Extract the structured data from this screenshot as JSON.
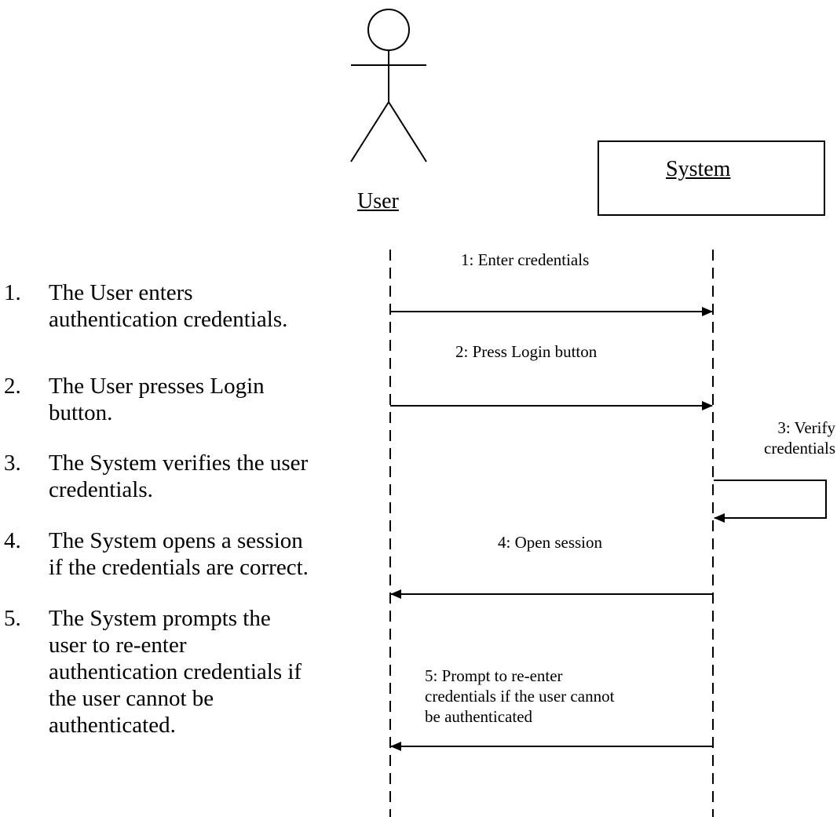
{
  "participants": {
    "user_label": "User",
    "system_label": "System"
  },
  "messages": [
    {
      "label": "1: Enter credentials"
    },
    {
      "label": "2: Press Login button"
    },
    {
      "label_line1": "3: Verify",
      "label_line2": "credentials"
    },
    {
      "label": "4: Open session"
    },
    {
      "label_line1": "5: Prompt to re-enter",
      "label_line2": "credentials if the user cannot",
      "label_line3": "be authenticated"
    }
  ],
  "steps": [
    {
      "num": "1.",
      "line1": "The User enters",
      "line2": "authentication credentials."
    },
    {
      "num": "2.",
      "line1": "The User presses Login",
      "line2": "button."
    },
    {
      "num": "3.",
      "line1": "The System verifies the user",
      "line2": "credentials."
    },
    {
      "num": "4.",
      "line1": "The System opens a session",
      "line2": "if the credentials are correct."
    },
    {
      "num": "5.",
      "line1": "The System prompts the",
      "line2": "user to re-enter",
      "line3": "authentication credentials if",
      "line4": "the user cannot be",
      "line5": "authenticated."
    }
  ]
}
